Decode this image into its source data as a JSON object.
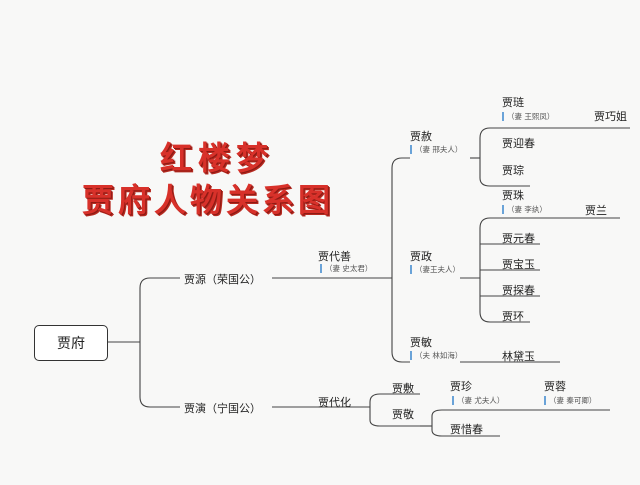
{
  "title": {
    "line1": "红楼梦",
    "line2": "贾府人物关系图"
  },
  "root": "贾府",
  "branch_rong": "贾源（荣国公）",
  "branch_ning": "贾演（宁国公）",
  "daishan": {
    "name": "贾代善",
    "spouse": "（妻 史太君）"
  },
  "daihua": "贾代化",
  "she": {
    "name": "贾赦",
    "spouse": "（妻 邢夫人）"
  },
  "zheng": {
    "name": "贾政",
    "spouse": "（妻王夫人）"
  },
  "min": {
    "name": "贾敏",
    "spouse": "（夫 林如海）"
  },
  "fu": "贾敷",
  "jing": "贾敬",
  "lian": {
    "name": "贾琏",
    "spouse": "（妻 王熙凤）"
  },
  "qiaojie": "贾巧姐",
  "yingchun": "贾迎春",
  "cong": "贾琮",
  "zhu": {
    "name": "贾珠",
    "spouse": "（妻 李纨）"
  },
  "lan": "贾兰",
  "yuanchun": "贾元春",
  "baoyu": "贾宝玉",
  "tanchun": "贾探春",
  "huan": "贾环",
  "daiyu": "林黛玉",
  "zhen": {
    "name": "贾珍",
    "spouse": "（妻 尤夫人）"
  },
  "rong": {
    "name": "贾蓉",
    "spouse": "（妻 秦可卿）"
  },
  "xichun": "贾惜春"
}
